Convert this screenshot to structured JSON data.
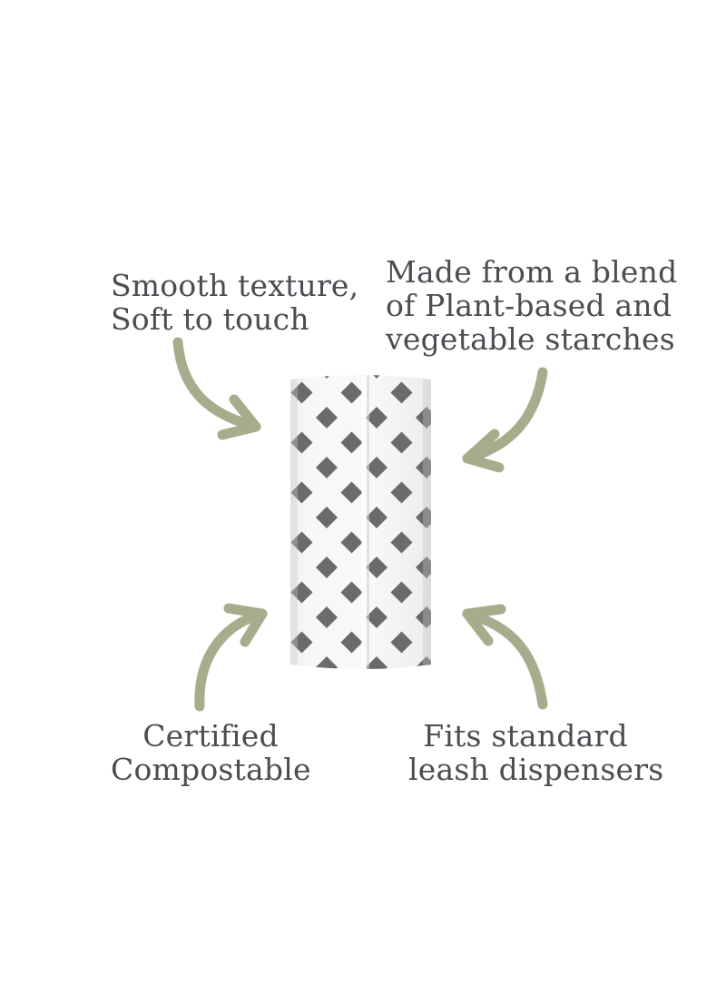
{
  "features": {
    "top_left": [
      "Smooth texture,",
      "Soft to touch"
    ],
    "top_right": [
      "Made from a blend",
      "of Plant-based and",
      "vegetable starches"
    ],
    "bottom_left": [
      "Certified",
      "Compostable"
    ],
    "bottom_right": [
      "Fits standard",
      "leash dispensers"
    ]
  },
  "product": {
    "icon": "bag-roll-image",
    "pattern_color": "#5f5f5f",
    "roll_color": "#f4f4f2"
  },
  "colors": {
    "arrow": "#a5ad8c",
    "text": "#4a4d52",
    "background": "#ffffff"
  }
}
